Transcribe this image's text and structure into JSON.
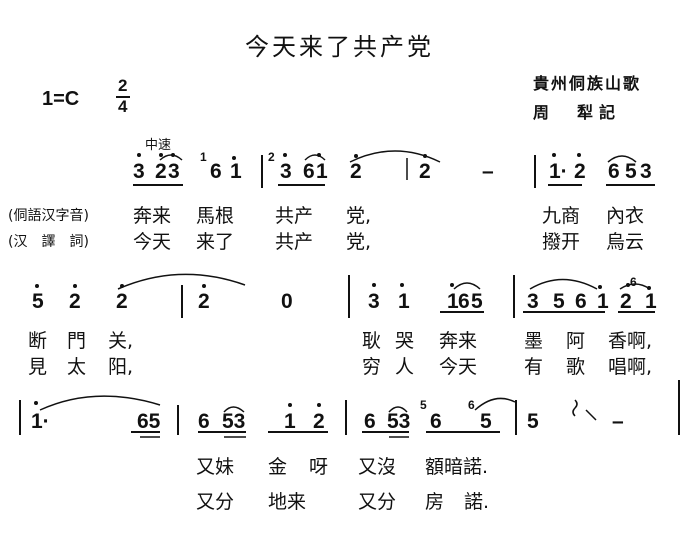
{
  "title": "今天来了共产党",
  "key": "1=C",
  "time_sig": {
    "num": "2",
    "den": "4"
  },
  "source": "貴州侗族山歌",
  "recorder": "周　犁記",
  "tempo": "中速",
  "line_labels": [
    "(侗語汉字音)",
    "(汉　譯　詞)"
  ],
  "staff1": {
    "notes": [
      "3",
      "2",
      "3",
      "1",
      "6",
      "1",
      "3",
      "6",
      "1",
      "2",
      "2",
      "–",
      "1·",
      "2",
      "6",
      "5",
      "3"
    ],
    "lyric1": [
      "奔来",
      "馬根",
      "共产",
      "党,",
      "九商",
      "內衣"
    ],
    "lyric2": [
      "今天",
      "来了",
      "共产",
      "党,",
      "撥开",
      "烏云"
    ]
  },
  "staff2": {
    "notes": [
      "5",
      "2",
      "2",
      "2",
      "0",
      "3",
      "1",
      "1",
      "6",
      "5",
      "3",
      "5",
      "6",
      "1",
      "2",
      "1"
    ],
    "lyric1": [
      "断",
      "門",
      "关,",
      "耿",
      "哭",
      "奔来",
      "墨",
      "阿",
      "香啊,"
    ],
    "lyric2": [
      "見",
      "太",
      "阳,",
      "穷",
      "人",
      "今天",
      "有",
      "歌",
      "唱啊,"
    ]
  },
  "staff3": {
    "notes": [
      "1·",
      "65",
      "6",
      "53",
      "1",
      "2",
      "6",
      "53",
      "6",
      "5",
      "5",
      "–"
    ],
    "lyric1": [
      "又妹",
      "金",
      "呀",
      "又沒",
      "額暗諾."
    ],
    "lyric2": [
      "又分",
      "地来",
      "又分",
      "房",
      "諾."
    ]
  },
  "grace_notes": [
    "1",
    "2",
    "5",
    "6"
  ]
}
